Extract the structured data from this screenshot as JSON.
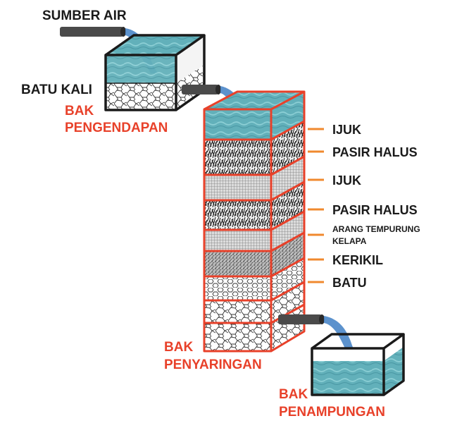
{
  "labels": {
    "source": "SUMBER AIR",
    "stones": "BATU KALI",
    "settling_tank_line1": "BAK",
    "settling_tank_line2": "PENGENDAPAN",
    "filter_tank_line1": "BAK",
    "filter_tank_line2": "PENYARINGAN",
    "storage_tank_line1": "BAK",
    "storage_tank_line2": "PENAMPUNGAN"
  },
  "layers": [
    {
      "label": "IJUK",
      "label2": ""
    },
    {
      "label": "PASIR HALUS",
      "label2": ""
    },
    {
      "label": "IJUK",
      "label2": ""
    },
    {
      "label": "PASIR HALUS",
      "label2": ""
    },
    {
      "label": "ARANG TEMPURUNG",
      "label2": "KELAPA"
    },
    {
      "label": "KERIKIL",
      "label2": ""
    },
    {
      "label": "BATU",
      "label2": ""
    }
  ],
  "colors": {
    "accent": "#e8412a",
    "leader": "#f0892e",
    "water": "#5aa8b4",
    "water_stream": "#4a86c8",
    "pipe": "#4a4a4a",
    "tank_outline": "#1a1a1a",
    "text_dark": "#1a1a1a"
  }
}
